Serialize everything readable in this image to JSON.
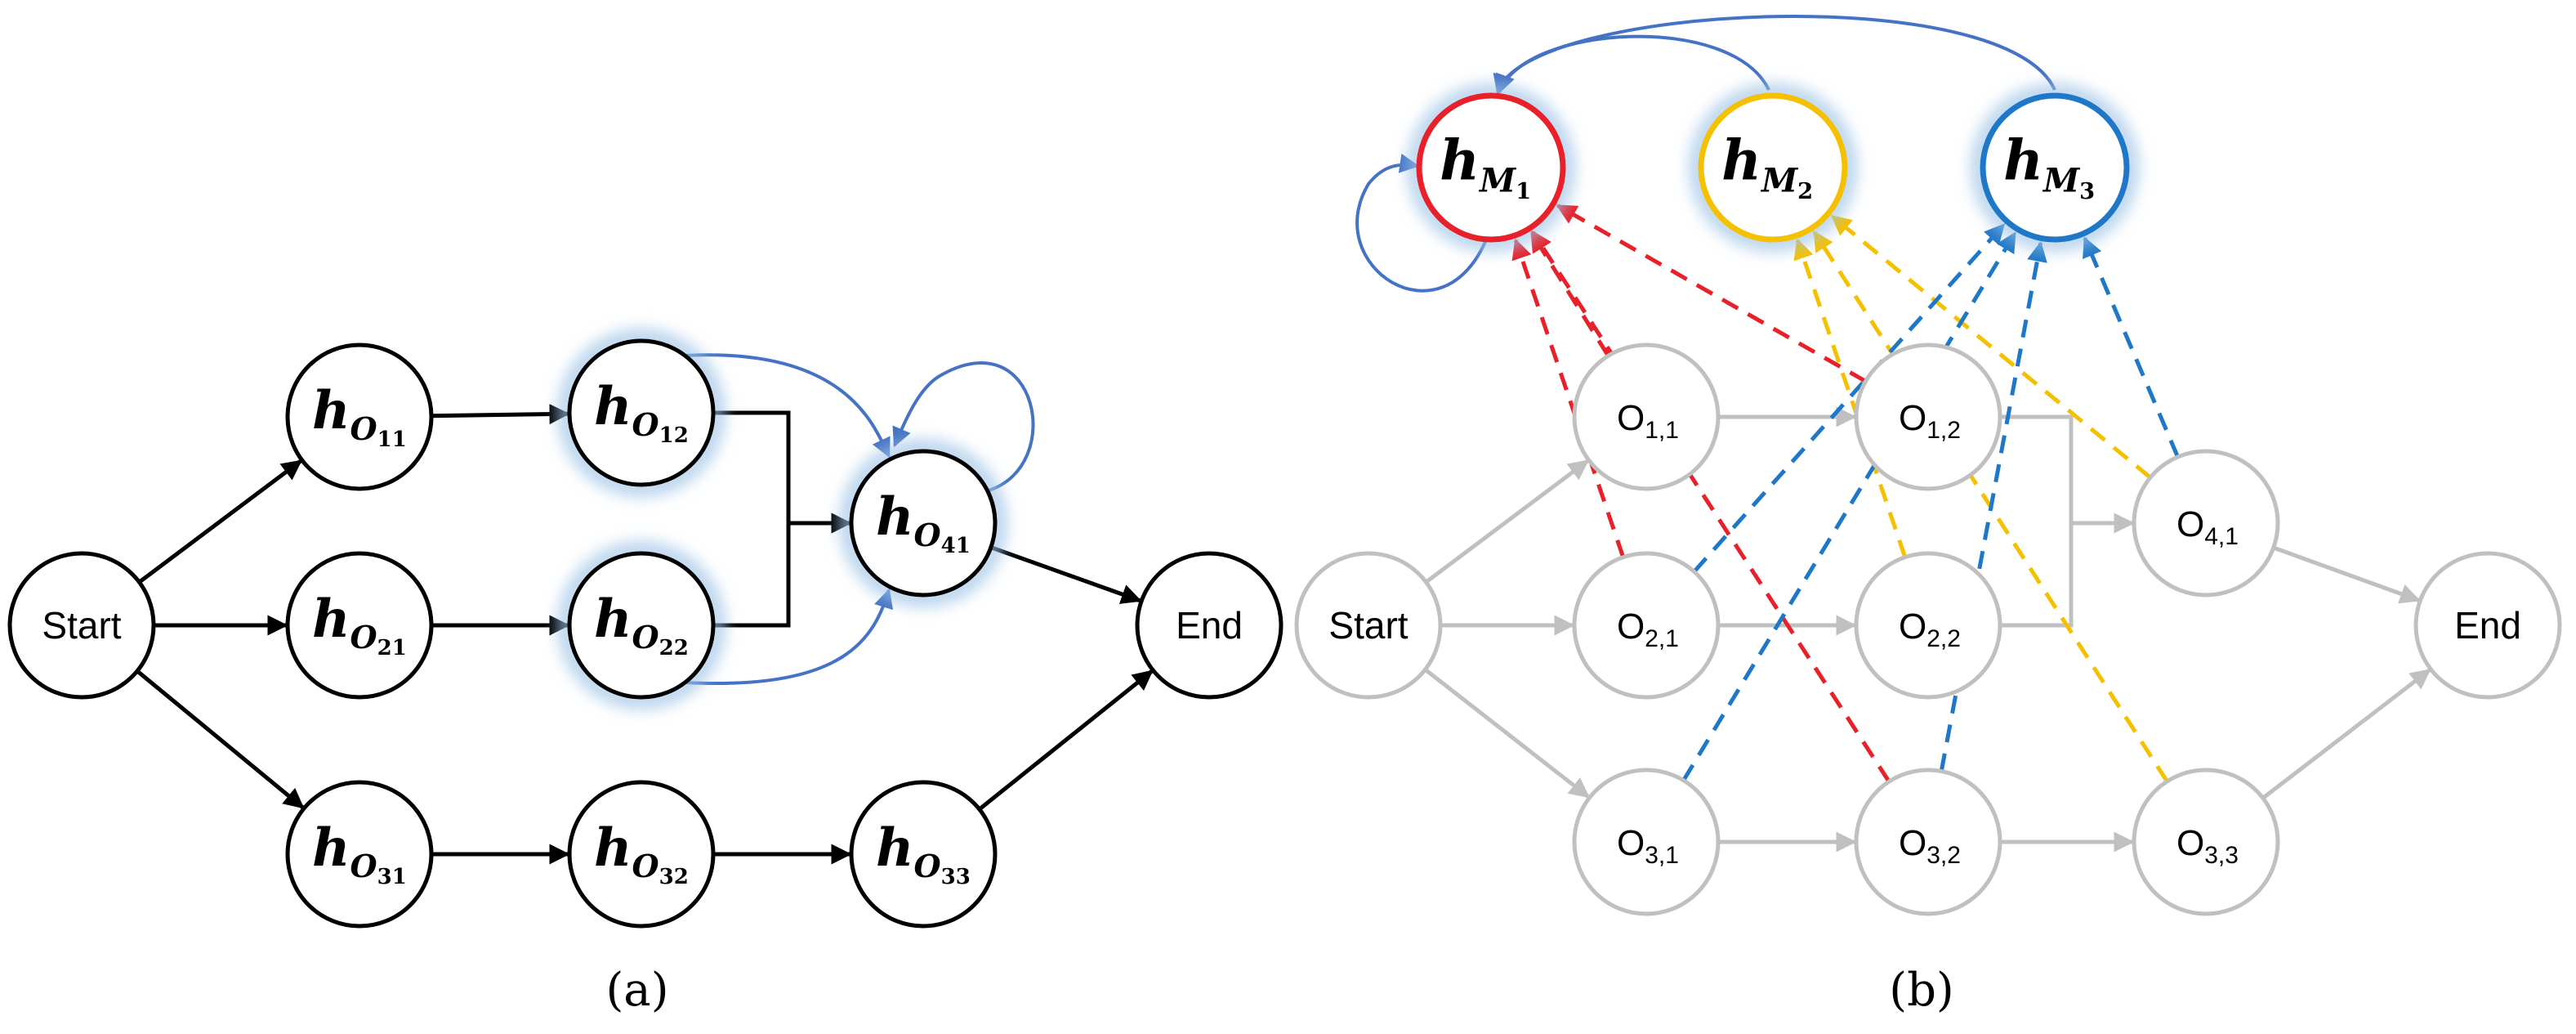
{
  "colors": {
    "black": "#000000",
    "gray": "#c0c0c0",
    "blue_edge": "#4472c4",
    "glow": "#9dc3e6",
    "red": "#e8202a",
    "yellow": "#f5c000",
    "blue": "#1f77c8"
  },
  "panel_a": {
    "caption": "(a)",
    "nodes": [
      {
        "id": "start",
        "kind": "plain",
        "text": "Start"
      },
      {
        "id": "o11",
        "kind": "h",
        "main": "h",
        "sub": "O",
        "subsub": "11"
      },
      {
        "id": "o12",
        "kind": "h",
        "main": "h",
        "sub": "O",
        "subsub": "12",
        "glow": true
      },
      {
        "id": "o21",
        "kind": "h",
        "main": "h",
        "sub": "O",
        "subsub": "21"
      },
      {
        "id": "o22",
        "kind": "h",
        "main": "h",
        "sub": "O",
        "subsub": "22",
        "glow": true
      },
      {
        "id": "o31",
        "kind": "h",
        "main": "h",
        "sub": "O",
        "subsub": "31"
      },
      {
        "id": "o32",
        "kind": "h",
        "main": "h",
        "sub": "O",
        "subsub": "32"
      },
      {
        "id": "o33",
        "kind": "h",
        "main": "h",
        "sub": "O",
        "subsub": "33"
      },
      {
        "id": "o41",
        "kind": "h",
        "main": "h",
        "sub": "O",
        "subsub": "41",
        "glow": true
      },
      {
        "id": "end",
        "kind": "plain",
        "text": "End"
      }
    ],
    "edges": [
      {
        "from": "start",
        "to": "o11"
      },
      {
        "from": "start",
        "to": "o21"
      },
      {
        "from": "start",
        "to": "o31"
      },
      {
        "from": "o11",
        "to": "o12"
      },
      {
        "from": "o21",
        "to": "o22"
      },
      {
        "from": "o31",
        "to": "o32"
      },
      {
        "from": "o32",
        "to": "o33"
      },
      {
        "from": "o12",
        "to": "o41",
        "style": "merge"
      },
      {
        "from": "o22",
        "to": "o41",
        "style": "merge"
      },
      {
        "from": "o41",
        "to": "end"
      },
      {
        "from": "o33",
        "to": "end"
      }
    ],
    "attention_edges": [
      {
        "from": "o12",
        "to": "o41"
      },
      {
        "from": "o22",
        "to": "o41"
      },
      {
        "from": "o41",
        "to": "o41",
        "self_loop": true
      }
    ]
  },
  "panel_b": {
    "caption": "(b)",
    "nodes": [
      {
        "id": "start",
        "kind": "plain",
        "text": "Start"
      },
      {
        "id": "o11",
        "kind": "o",
        "main": "O",
        "sub": "1,1"
      },
      {
        "id": "o12",
        "kind": "o",
        "main": "O",
        "sub": "1,2"
      },
      {
        "id": "o21",
        "kind": "o",
        "main": "O",
        "sub": "2,1"
      },
      {
        "id": "o22",
        "kind": "o",
        "main": "O",
        "sub": "2,2"
      },
      {
        "id": "o31",
        "kind": "o",
        "main": "O",
        "sub": "3,1"
      },
      {
        "id": "o32",
        "kind": "o",
        "main": "O",
        "sub": "3,2"
      },
      {
        "id": "o33",
        "kind": "o",
        "main": "O",
        "sub": "3,3"
      },
      {
        "id": "o41",
        "kind": "o",
        "main": "O",
        "sub": "4,1"
      },
      {
        "id": "end",
        "kind": "plain",
        "text": "End"
      }
    ],
    "machines": [
      {
        "id": "m1",
        "main": "h",
        "sub": "M",
        "subsub": "1",
        "color": "red"
      },
      {
        "id": "m2",
        "main": "h",
        "sub": "M",
        "subsub": "2",
        "color": "yellow"
      },
      {
        "id": "m3",
        "main": "h",
        "sub": "M",
        "subsub": "3",
        "color": "blue"
      }
    ],
    "edges": [
      {
        "from": "start",
        "to": "o11"
      },
      {
        "from": "start",
        "to": "o21"
      },
      {
        "from": "start",
        "to": "o31"
      },
      {
        "from": "o11",
        "to": "o12"
      },
      {
        "from": "o21",
        "to": "o22"
      },
      {
        "from": "o31",
        "to": "o32"
      },
      {
        "from": "o32",
        "to": "o33"
      },
      {
        "from": "o12",
        "to": "o41",
        "style": "merge"
      },
      {
        "from": "o22",
        "to": "o41",
        "style": "merge"
      },
      {
        "from": "o41",
        "to": "end"
      },
      {
        "from": "o33",
        "to": "end"
      }
    ],
    "assignments": [
      {
        "machine": "m1",
        "ops": [
          "o11",
          "o12",
          "o21",
          "o32"
        ]
      },
      {
        "machine": "m2",
        "ops": [
          "o22",
          "o41",
          "o33"
        ]
      },
      {
        "machine": "m3",
        "ops": [
          "o21",
          "o31",
          "o32",
          "o41"
        ]
      }
    ],
    "machine_edges": [
      {
        "from": "m2",
        "to": "m1"
      },
      {
        "from": "m3",
        "to": "m1"
      },
      {
        "from": "m1",
        "to": "m1",
        "self_loop": true
      }
    ]
  }
}
